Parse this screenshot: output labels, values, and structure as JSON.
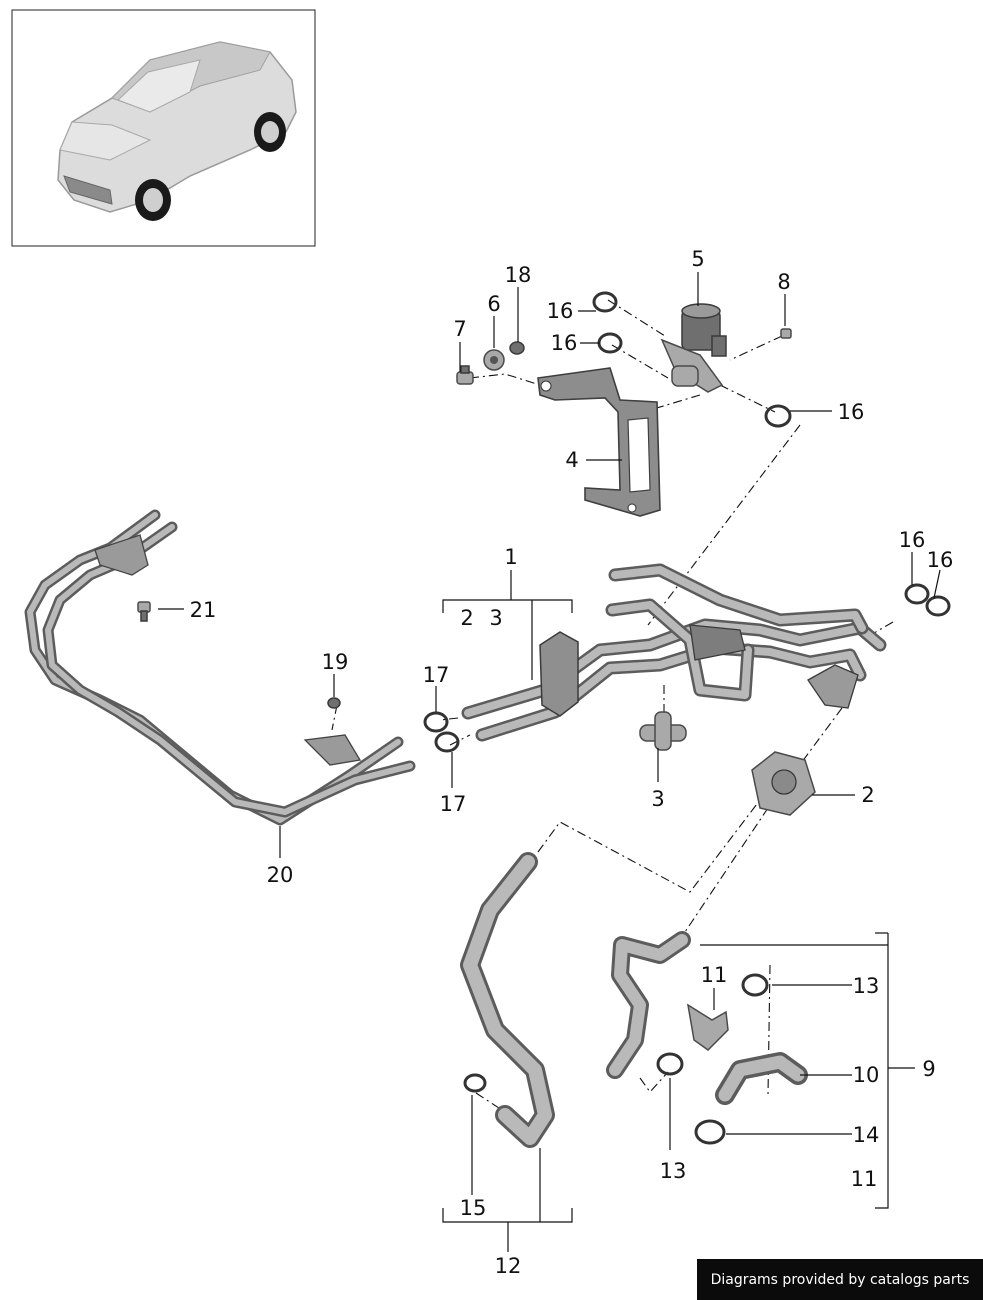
{
  "callouts": [
    {
      "id": "c18",
      "text": "18"
    },
    {
      "id": "c5",
      "text": "5"
    },
    {
      "id": "c16a",
      "text": "16"
    },
    {
      "id": "c8",
      "text": "8"
    },
    {
      "id": "c7",
      "text": "7"
    },
    {
      "id": "c6",
      "text": "6"
    },
    {
      "id": "c16b",
      "text": "16"
    },
    {
      "id": "c16c",
      "text": "16"
    },
    {
      "id": "c4",
      "text": "4"
    },
    {
      "id": "c1",
      "text": "1"
    },
    {
      "id": "c16d",
      "text": "16"
    },
    {
      "id": "c16e",
      "text": "16"
    },
    {
      "id": "c2a",
      "text": "2"
    },
    {
      "id": "c3a",
      "text": "3"
    },
    {
      "id": "c21",
      "text": "21"
    },
    {
      "id": "c19",
      "text": "19"
    },
    {
      "id": "c17a",
      "text": "17"
    },
    {
      "id": "c17b",
      "text": "17"
    },
    {
      "id": "c3b",
      "text": "3"
    },
    {
      "id": "c2b",
      "text": "2"
    },
    {
      "id": "c20",
      "text": "20"
    },
    {
      "id": "c11a",
      "text": "11"
    },
    {
      "id": "c13a",
      "text": "13"
    },
    {
      "id": "c9",
      "text": "9"
    },
    {
      "id": "c10",
      "text": "10"
    },
    {
      "id": "c13b",
      "text": "13"
    },
    {
      "id": "c14",
      "text": "14"
    },
    {
      "id": "c11b",
      "text": "11"
    },
    {
      "id": "c15",
      "text": "15"
    },
    {
      "id": "c12",
      "text": "12"
    }
  ],
  "footer": "Diagrams provided by catalogs parts"
}
